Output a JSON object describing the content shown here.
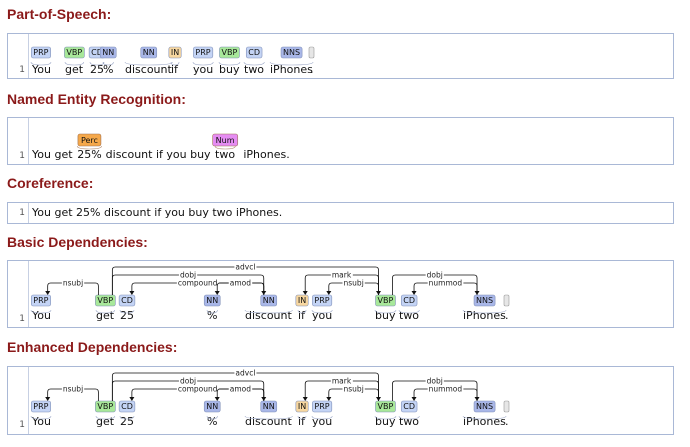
{
  "sections": {
    "pos": {
      "title": "Part-of-Speech:"
    },
    "ner": {
      "title": "Named Entity Recognition:"
    },
    "coref": {
      "title": "Coreference:"
    },
    "basic": {
      "title": "Basic Dependencies:"
    },
    "enhanced": {
      "title": "Enhanced Dependencies:"
    }
  },
  "line_number": "1",
  "sentence": "You get 25% discount if you buy two iPhones.",
  "tokens": [
    {
      "word": "You",
      "tag": "PRP"
    },
    {
      "word": "get",
      "tag": "VBP"
    },
    {
      "word": "25",
      "tag": "CD"
    },
    {
      "word": "%",
      "tag": "NN"
    },
    {
      "word": "discount",
      "tag": "NN"
    },
    {
      "word": "if",
      "tag": "IN"
    },
    {
      "word": "you",
      "tag": "PRP"
    },
    {
      "word": "buy",
      "tag": "VBP"
    },
    {
      "word": "two",
      "tag": "CD"
    },
    {
      "word": "iPhones",
      "tag": "NNS"
    },
    {
      "word": ".",
      "tag": ""
    }
  ],
  "ner_entities": [
    {
      "text": "25%",
      "label": "Perc"
    },
    {
      "text": "two",
      "label": "Num"
    }
  ],
  "ner_plain": {
    "before": "You get",
    "middle": "discount if you buy",
    "after": "iPhones."
  },
  "dependencies": [
    {
      "gov": 1,
      "dep": 0,
      "label": "nsubj"
    },
    {
      "gov": 1,
      "dep": 4,
      "label": "dobj"
    },
    {
      "gov": 1,
      "dep": 7,
      "label": "advcl"
    },
    {
      "gov": 4,
      "dep": 2,
      "label": "compound"
    },
    {
      "gov": 4,
      "dep": 3,
      "label": "amod"
    },
    {
      "gov": 7,
      "dep": 5,
      "label": "mark"
    },
    {
      "gov": 7,
      "dep": 6,
      "label": "nsubj"
    },
    {
      "gov": 7,
      "dep": 9,
      "label": "dobj"
    },
    {
      "gov": 9,
      "dep": 8,
      "label": "nummod"
    }
  ],
  "colors": {
    "heading": "#8b1a1a",
    "PRP": "#c4d4f5",
    "VBP": "#a8e89a",
    "CD": "#c4d4f5",
    "NN": "#a9b7e8",
    "NNS": "#a9b7e8",
    "IN": "#f7d7a0",
    "Perc": "#f5a84a",
    "Num": "#e58cf2"
  }
}
